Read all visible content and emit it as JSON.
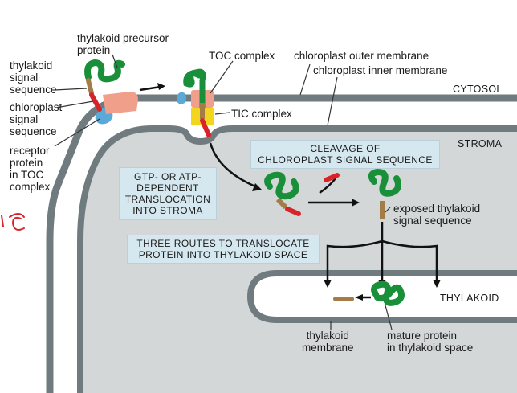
{
  "labels": {
    "thylakoid_precursor_protein": "thylakoid precursor\nprotein",
    "thylakoid_signal_sequence": "thylakoid\nsignal\nsequence",
    "chloroplast_signal_sequence": "chloroplast\nsignal\nsequence",
    "receptor_protein": "receptor\nprotein\nin TOC\ncomplex",
    "toc_complex": "TOC complex",
    "tic_complex": "TIC complex",
    "outer_membrane": "chloroplast outer membrane",
    "inner_membrane": "chloroplast inner membrane",
    "cytosol": "CYTOSOL",
    "stroma": "STROMA",
    "thylakoid": "THYLAKOID",
    "exposed_signal": "exposed thylakoid\nsignal sequence",
    "thylakoid_membrane": "thylakoid\nmembrane",
    "mature_protein": "mature protein\nin thylakoid space"
  },
  "boxes": {
    "cleavage": "CLEAVAGE OF\nCHLOROPLAST SIGNAL SEQUENCE",
    "translocation": "GTP- OR ATP-\nDEPENDENT\nTRANSLOCATION\nINTO STROMA",
    "three_routes": "THREE ROUTES TO TRANSLOCATE\nPROTEIN INTO THYLAKOID SPACE"
  },
  "colors": {
    "membrane": "#707b80",
    "stroma_fill": "#d3d7d8",
    "protein": "#1a8f3a",
    "chloroplast_signal": "#d8232a",
    "thylakoid_signal": "#a47c48",
    "receptor": "#5aa9d6",
    "toc": "#f0a08a",
    "tic": "#f2d61e",
    "box": "#d6e8ef"
  },
  "annotation": "ic"
}
